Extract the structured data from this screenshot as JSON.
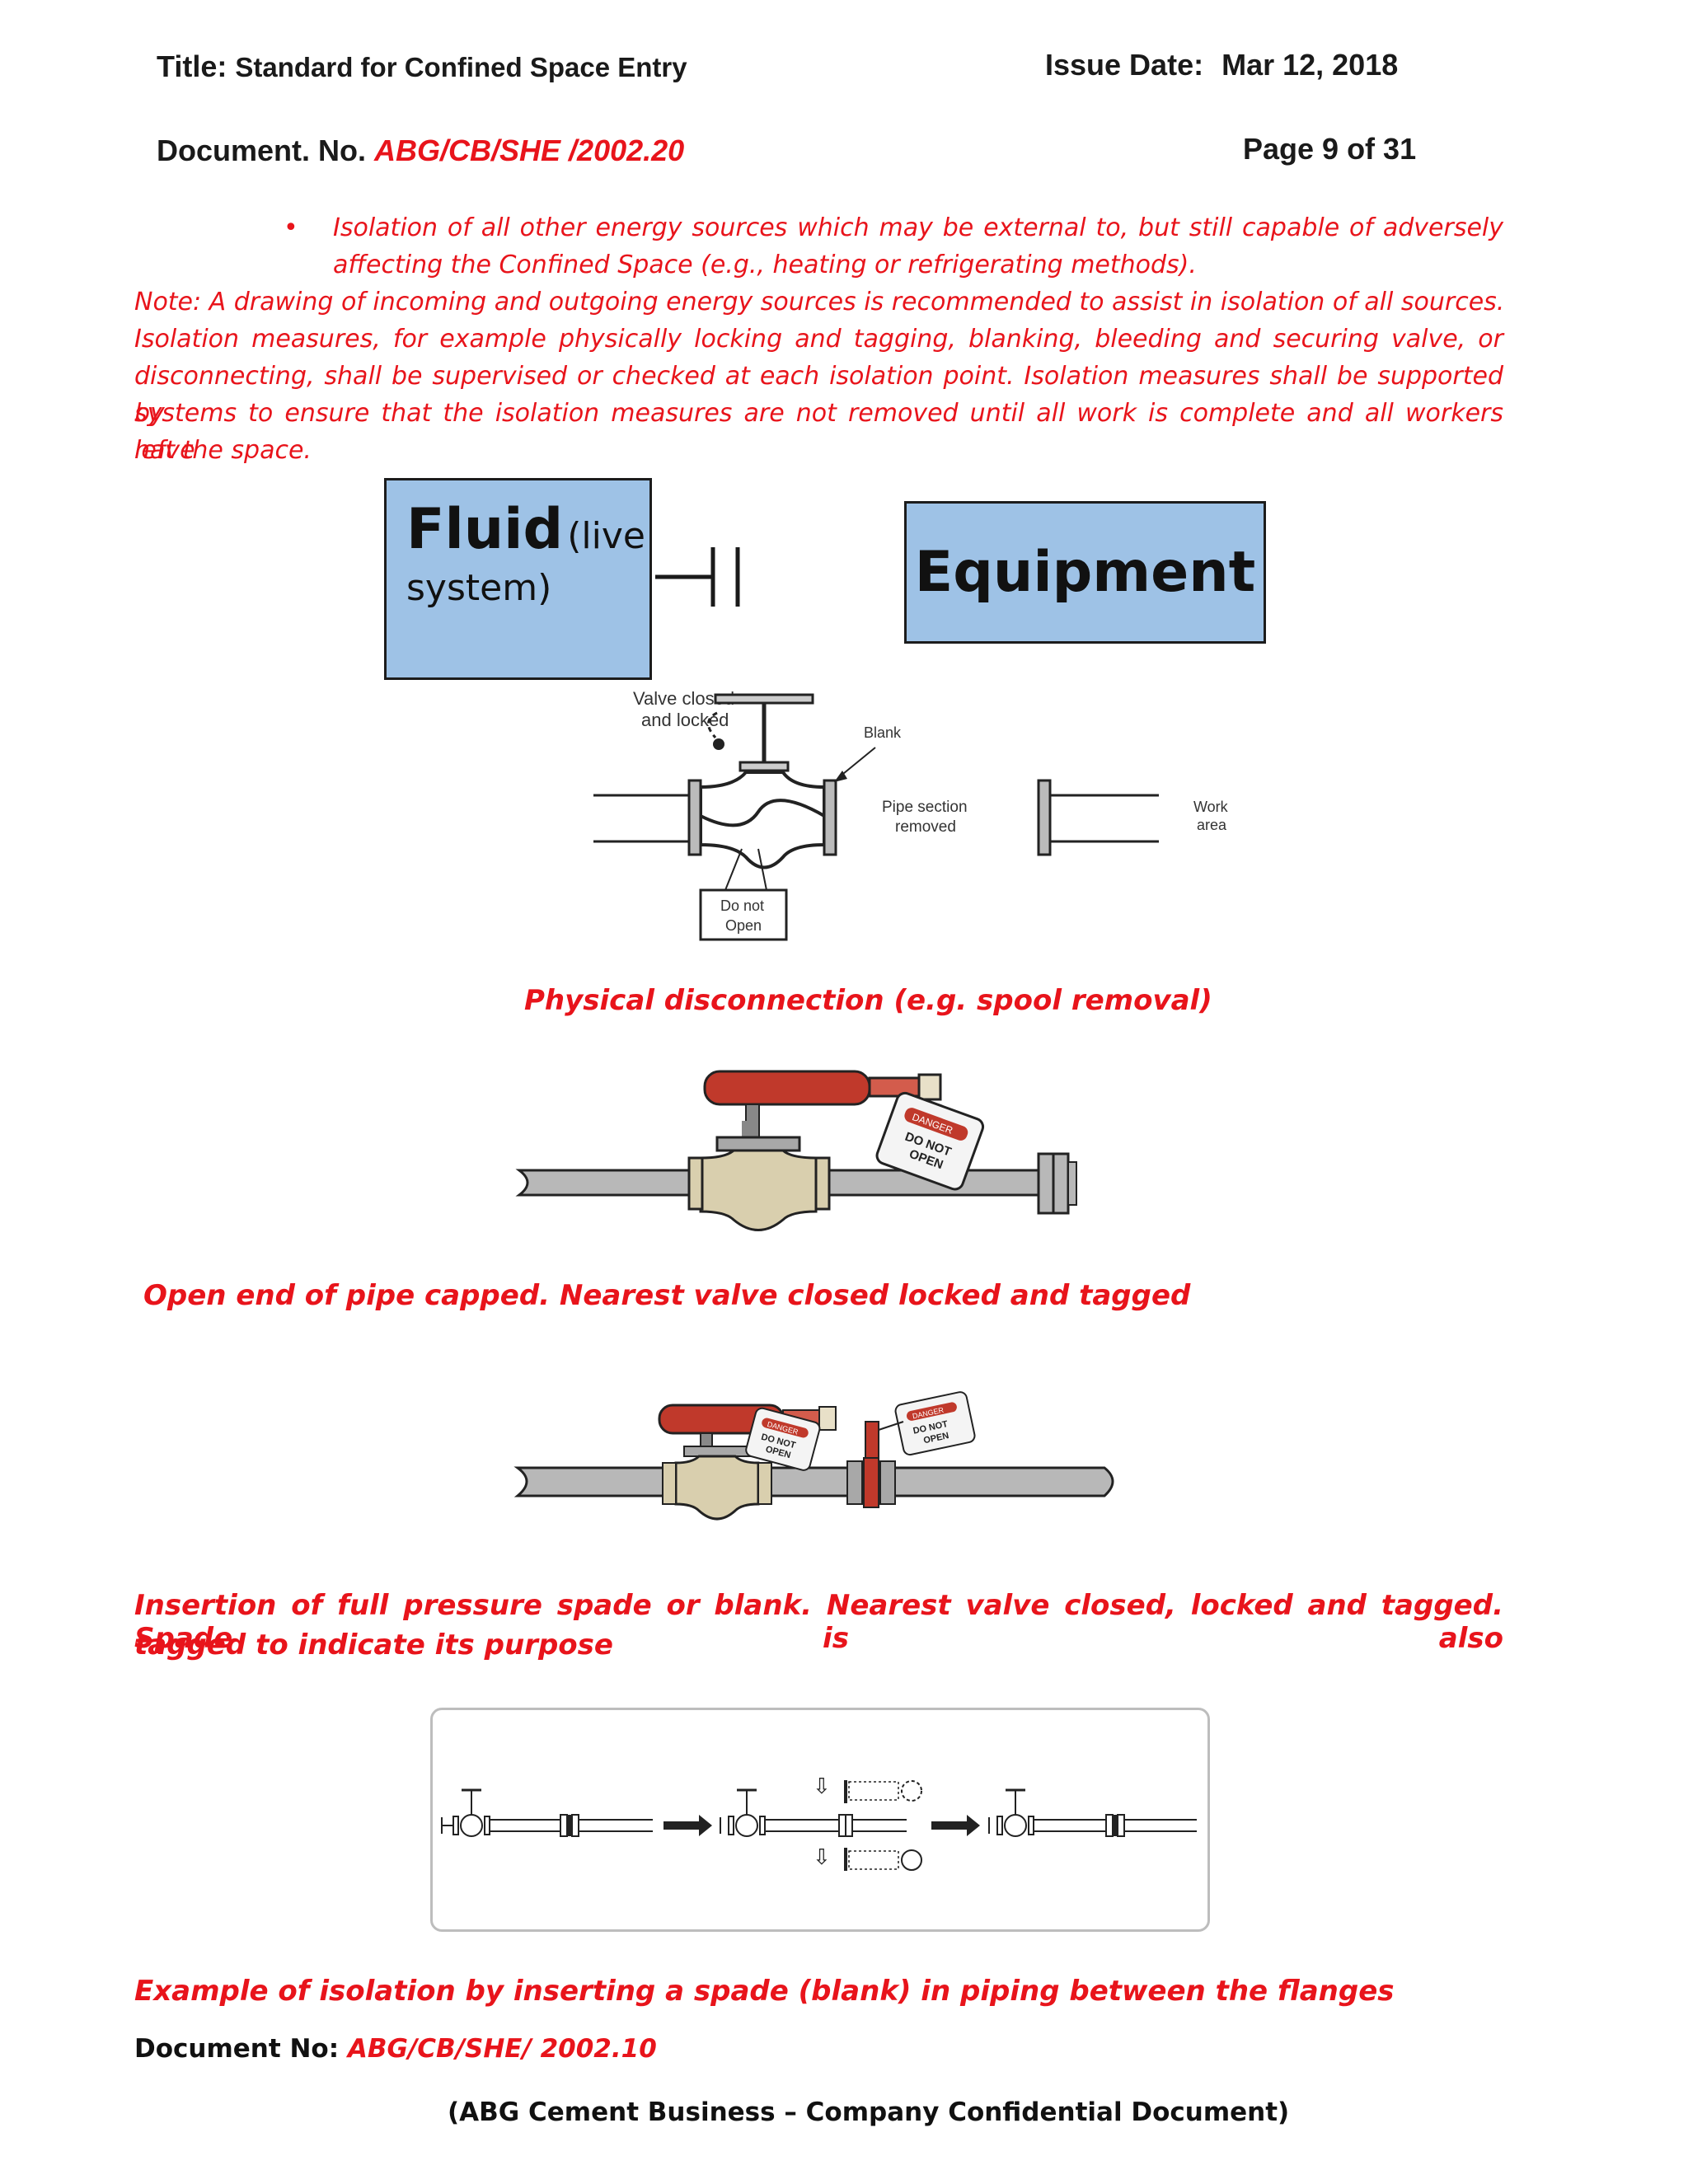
{
  "header": {
    "title_label": "Title:",
    "title_value": "Standard for Confined Space Entry",
    "issue_label": "Issue Date:",
    "issue_value": "Mar 12, 2018",
    "doc_label": "Document. No.",
    "doc_value": "ABG/CB/SHE /2002.20",
    "page": "Page 9 of 31"
  },
  "body": {
    "bullet_line1": "Isolation of all other energy sources which may be external to, but still capable of adversely",
    "bullet_line2": "affecting the Confined Space (e.g., heating or refrigerating methods).",
    "note_line1": "Note: A drawing of incoming and outgoing energy sources is recommended to assist in isolation of all sources.",
    "para_line1": "Isolation measures, for example physically locking and tagging, blanking, bleeding and securing valve, or",
    "para_line2": "disconnecting, shall be supervised or checked at each isolation point. Isolation measures shall be supported by",
    "para_line3": "systems to ensure that the isolation measures are not removed until all work is complete and all workers have",
    "para_line4": "left the space."
  },
  "diagram": {
    "fluid_main": "Fluid",
    "fluid_paren": "(live",
    "fluid_line2": "system)",
    "equipment": "Equipment"
  },
  "figure1": {
    "valve_label_1": "Valve closed",
    "valve_label_2": "and locked",
    "blank": "Blank",
    "pipe_1": "Pipe section",
    "pipe_2": "removed",
    "work_1": "Work",
    "work_2": "area",
    "tag_1": "Do not",
    "tag_2": "Open",
    "caption": "Physical disconnection (e.g. spool removal)"
  },
  "figure2": {
    "tag_top": "DANGER",
    "tag_1": "DO NOT",
    "tag_2": "OPEN",
    "caption": "Open end of pipe capped. Nearest valve closed locked and tagged"
  },
  "figure3": {
    "tag_top": "DANGER",
    "tag_1": "DO NOT",
    "tag_2": "OPEN",
    "caption_line1": "Insertion of full pressure spade or blank. Nearest valve closed, locked and tagged. Spade is also",
    "caption_line2": "tagged to indicate its purpose"
  },
  "figure4": {
    "caption": "Example of isolation by inserting a spade (blank) in piping between the flanges"
  },
  "footer": {
    "doc_label": "Document No:",
    "doc_value": "ABG/CB/SHE/ 2002.10",
    "confidential": "(ABG Cement Business – Company Confidential Document)"
  },
  "colors": {
    "accent_red": "#e8141b",
    "box_blue": "#9ec2e6",
    "valve_red": "#c0392b",
    "valve_body": "#d9cfae",
    "pipe_gray": "#b8b8b8"
  }
}
